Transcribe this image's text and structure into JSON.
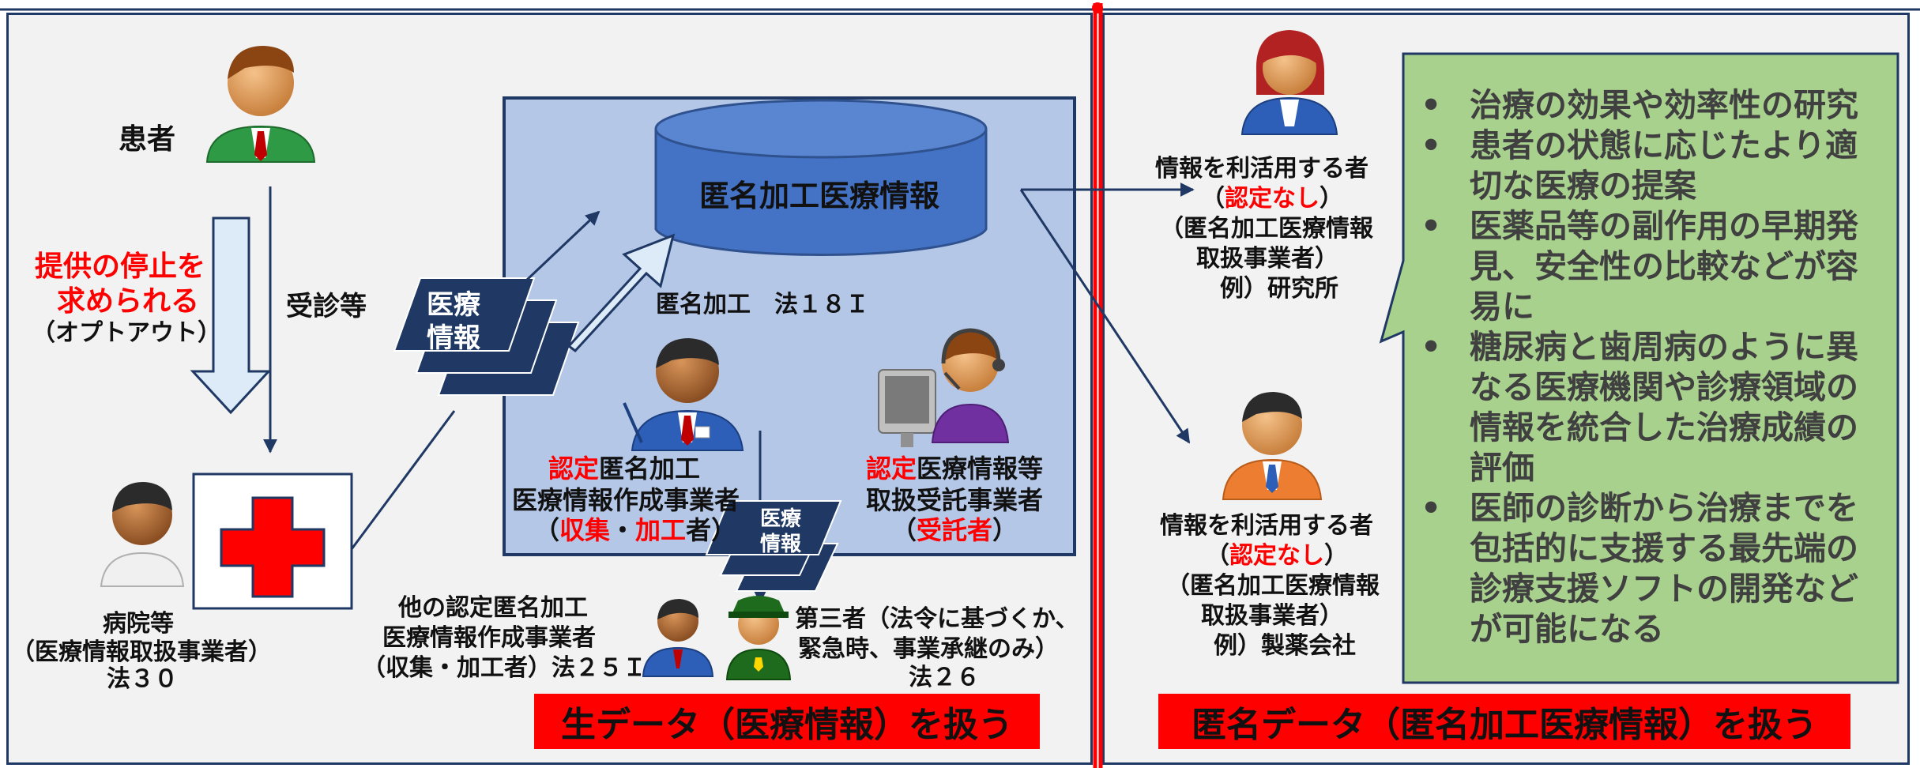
{
  "patient": {
    "label": "患者"
  },
  "opt_out": {
    "line1": "提供の停止を",
    "line2": "求められる",
    "line3": "（オプトアウト）"
  },
  "visit": {
    "label": "受診等"
  },
  "hospital": {
    "line1": "病院等",
    "line2": "（医療情報取扱事業者）",
    "line3": "法３０"
  },
  "medinfo_card": {
    "line1": "医療",
    "line2": "情報"
  },
  "medinfo_card_small": {
    "line1": "医療",
    "line2": "情報"
  },
  "database": {
    "label": "匿名加工医療情報"
  },
  "anonymize": {
    "label": "匿名加工　法１８Ｉ"
  },
  "creator": {
    "red1": "認定",
    "line1": "匿名加工",
    "line2": "医療情報作成事業者",
    "paren_open": "（",
    "red2": "収集",
    "mid": "・",
    "red3": "加工",
    "line3_end": "者）"
  },
  "contractor": {
    "red1": "認定",
    "line1": "医療情報等",
    "line2": "取扱受託事業者",
    "paren_open": "（",
    "red2": "受託者",
    "paren_close": "）"
  },
  "other_creator": {
    "line1": "他の認定匿名加工",
    "line2": "医療情報作成事業者",
    "line3": "（収集・加工者）法２５Ｉ"
  },
  "third_party": {
    "line1": "第三者（法令に基づくか、",
    "line2": "緊急時、事業承継のみ）",
    "line3": "法２６"
  },
  "user_research": {
    "line1": "情報を利活用する者",
    "paren_open": "（",
    "red": "認定なし",
    "paren_close": "）",
    "line3": "（匿名加工医療情報",
    "line4": "取扱事業者）",
    "line5": "例）研究所"
  },
  "user_pharma": {
    "line1": "情報を利活用する者",
    "paren_open": "（",
    "red": "認定なし",
    "paren_close": "）",
    "line3": "（匿名加工医療情報",
    "line4": "取扱事業者）",
    "line5": "例）製薬会社"
  },
  "callout": {
    "items": [
      {
        "lines": [
          "治療の効果や効率性の研究"
        ]
      },
      {
        "lines": [
          "患者の状態に応じたより適",
          "切な医療の提案"
        ]
      },
      {
        "lines": [
          "医薬品等の副作用の早期発",
          "見、安全性の比較などが容",
          "易に"
        ]
      },
      {
        "lines": [
          "糖尿病と歯周病のように異",
          "なる医療機関や診療領域の",
          "情報を統合した治療成績の",
          "評価"
        ]
      },
      {
        "lines": [
          "医師の診断から治療までを",
          "包括的に支援する最先端の",
          "診療支援ソフトの開発など",
          "が可能になる"
        ]
      }
    ]
  },
  "banner_left": {
    "label": "生データ（医療情報）を扱う"
  },
  "banner_right": {
    "label": "匿名データ（匿名加工医療情報）を扱う"
  },
  "colors": {
    "frame": "#1f3864",
    "panel": "#f2f2f2",
    "box": "#b4c7e7",
    "db": "#4472c4",
    "card": "#1f3864",
    "callout": "#a9d18e",
    "accent": "#ff0000"
  }
}
